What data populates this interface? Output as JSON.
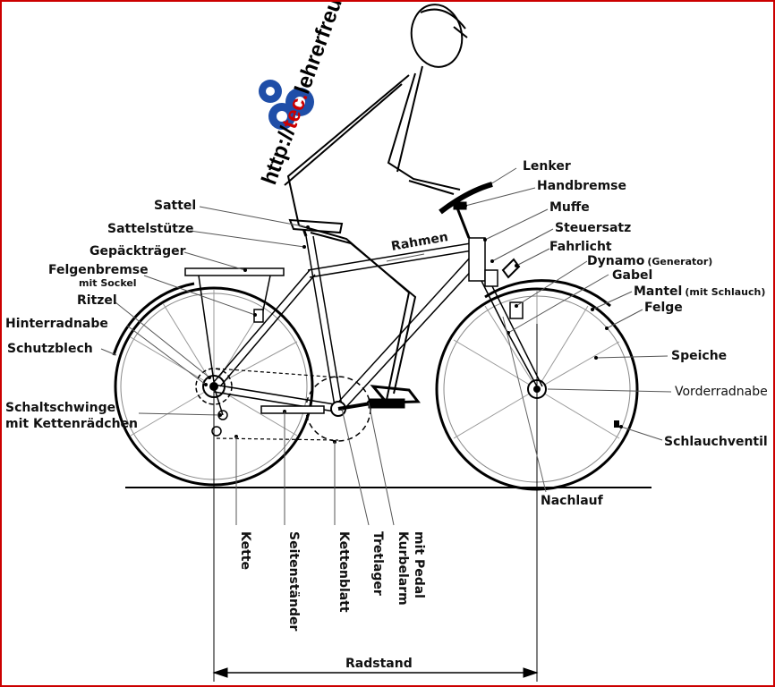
{
  "labels": {
    "lenker": "Lenker",
    "handbremse": "Handbremse",
    "muffe": "Muffe",
    "steuersatz": "Steuersatz",
    "fahrlicht": "Fahrlicht",
    "dynamo": "Dynamo",
    "dynamo_sub": "(Generator)",
    "gabel": "Gabel",
    "mantel": "Mantel",
    "mantel_sub": "(mit Schlauch)",
    "felge": "Felge",
    "speiche": "Speiche",
    "vorderradnabe": "Vorderradnabe",
    "schlauchventil": "Schlauchventil",
    "nachlauf": "Nachlauf",
    "sattel": "Sattel",
    "sattelstuetze": "Sattelstütze",
    "gepaecktraeger": "Gepäckträger",
    "felgenbremse": "Felgenbremse",
    "felgenbremse_sub": "mit Sockel",
    "ritzel": "Ritzel",
    "hinterradnabe": "Hinterradnabe",
    "schutzblech": "Schutzblech",
    "schaltschwinge_1": "Schaltschwinge",
    "schaltschwinge_2": "mit Kettenrädchen",
    "rahmen": "Rahmen",
    "kette": "Kette",
    "seitenstaender": "Seitenständer",
    "kettenblatt": "Kettenblatt",
    "tretlager": "Tretlager",
    "kurbelarm_1": "Kurbelarm",
    "kurbelarm_2": "mit Pedal",
    "radstand": "Radstand"
  },
  "watermark": {
    "prefix": "http://",
    "highlight": "tec.",
    "suffix": "lehrerfreund.de"
  },
  "colors": {
    "border": "#cc0000",
    "logo_blue": "#1f4ea8",
    "watermark_red": "#cc0000"
  }
}
